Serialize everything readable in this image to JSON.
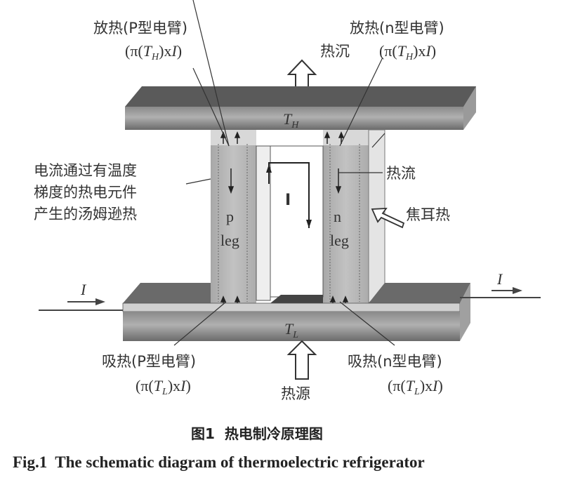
{
  "labels": {
    "release_p": "放热(P型电臂)",
    "release_n": "放热(n型电臂)",
    "heat_sink": "热沉",
    "thomson": [
      "电流通过有温度",
      "梯度的热电元件",
      "产生的汤姆逊热"
    ],
    "heat_flow": "热流",
    "joule_heat": "焦耳热",
    "absorb_p": "吸热(P型电臂)",
    "absorb_n": "吸热(n型电臂)",
    "heat_source": "热源",
    "p_leg": [
      "p",
      "leg"
    ],
    "n_leg": [
      "n",
      "leg"
    ],
    "current_inner": "I",
    "current_in": "I",
    "current_out": "I",
    "T_hot": {
      "var": "T",
      "sub": "H"
    },
    "T_cold": {
      "var": "T",
      "sub": "L"
    }
  },
  "formulas": {
    "top_p": {
      "pre": "(π(",
      "var": "T",
      "sub": "H",
      "mid": ")x",
      "cur": "I",
      "post": ")"
    },
    "top_n": {
      "pre": "(π(",
      "var": "T",
      "sub": "H",
      "mid": ")x",
      "cur": "I",
      "post": ")"
    },
    "bot_p": {
      "pre": "(π(",
      "var": "T",
      "sub": "L",
      "mid": ")x",
      "cur": "I",
      "post": ")"
    },
    "bot_n": {
      "pre": "(π(",
      "var": "T",
      "sub": "L",
      "mid": ")x",
      "cur": "I",
      "post": ")"
    }
  },
  "caption": {
    "cn": "图1  热电制冷原理图",
    "en": "Fig.1  The schematic diagram of thermoelectric refrigerator"
  },
  "colors": {
    "bar_dark": "#5a5a5a",
    "leg": "#b9b9b9",
    "paper": "#ffffff"
  }
}
